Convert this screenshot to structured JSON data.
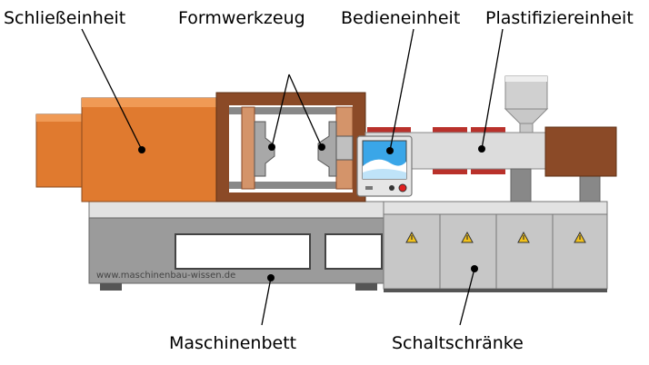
{
  "labels": {
    "clamping_unit": "Schließeinheit",
    "mold": "Formwerkzeug",
    "control_unit": "Bedieneinheit",
    "plasticizing_unit": "Plastifiziereinheit",
    "machine_bed": "Maschinenbett",
    "control_cabinets": "Schaltschränke"
  },
  "watermark": "www.maschinenbau-wissen.de",
  "icons": {
    "warning": "warning-triangle-icon",
    "hopper": "hopper-icon",
    "screen": "control-screen-icon"
  },
  "colors": {
    "clamp_orange": "#e07a2f",
    "frame_brown": "#8b4a27",
    "mold_tan": "#d4946a",
    "bed_gray": "#999999",
    "cabinet_gray": "#c7c7c7",
    "heater_red": "#b9312b",
    "warning_yellow": "#f2c21b"
  }
}
